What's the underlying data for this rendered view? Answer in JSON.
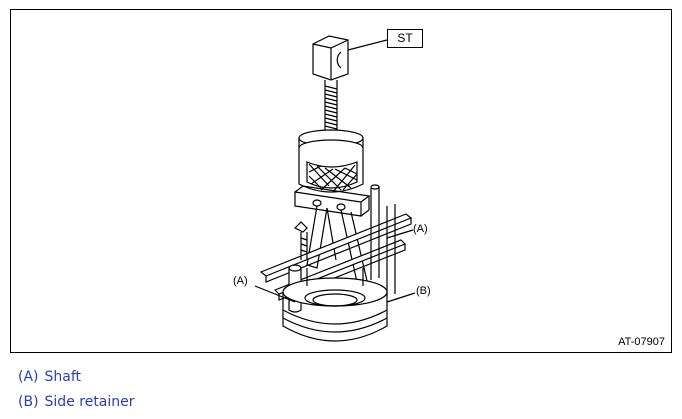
{
  "figure": {
    "tool_label": "ST",
    "callout_a": "(A)",
    "callout_b": "(B)",
    "figure_id": "AT-07907"
  },
  "legend": [
    {
      "key": "(A)",
      "text": "Shaft"
    },
    {
      "key": "(B)",
      "text": "Side retainer"
    }
  ],
  "colors": {
    "legend_text": "#2b3fb5",
    "line": "#000000"
  }
}
